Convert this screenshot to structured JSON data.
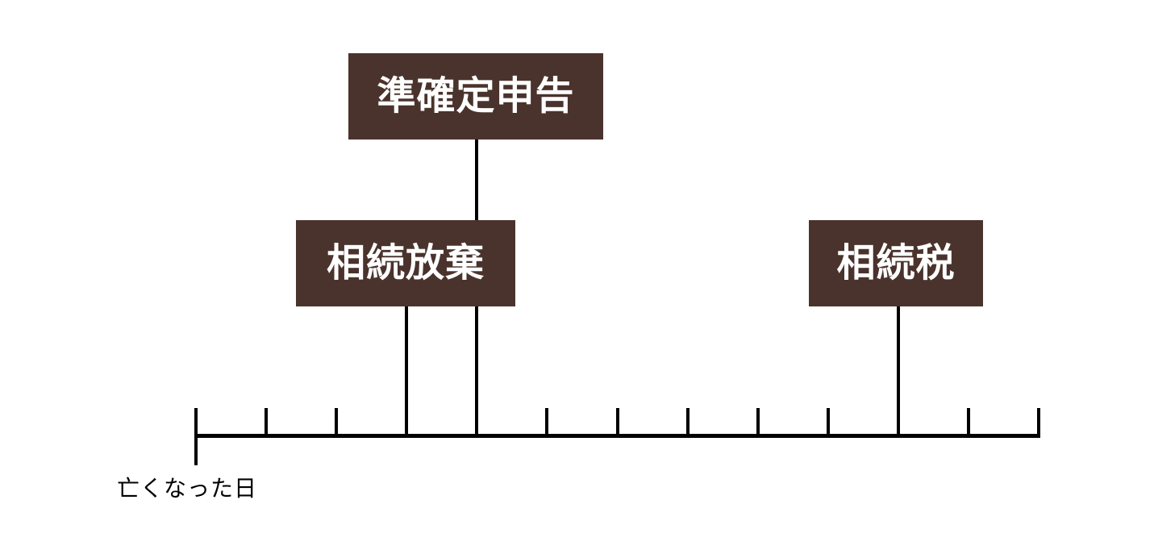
{
  "diagram": {
    "type": "timeline",
    "boxes": [
      {
        "key": "junkakutei",
        "label": "準確定申告"
      },
      {
        "key": "souzoku_houki",
        "label": "相続放棄"
      },
      {
        "key": "souzoku_zei",
        "label": "相続税"
      }
    ],
    "timeline": {
      "start_label": "亡くなった日",
      "tick_count": 13,
      "start_tick_index": 0,
      "box_connector_tick_indices": [
        3,
        4,
        10
      ],
      "box_connector_map": {
        "souzoku_houki": 3,
        "junkakutei": 4,
        "souzoku_zei": 10
      }
    },
    "colors": {
      "background": "#ffffff",
      "box_bg": "#4a332c",
      "box_text": "#ffffff",
      "line": "#000000"
    }
  }
}
